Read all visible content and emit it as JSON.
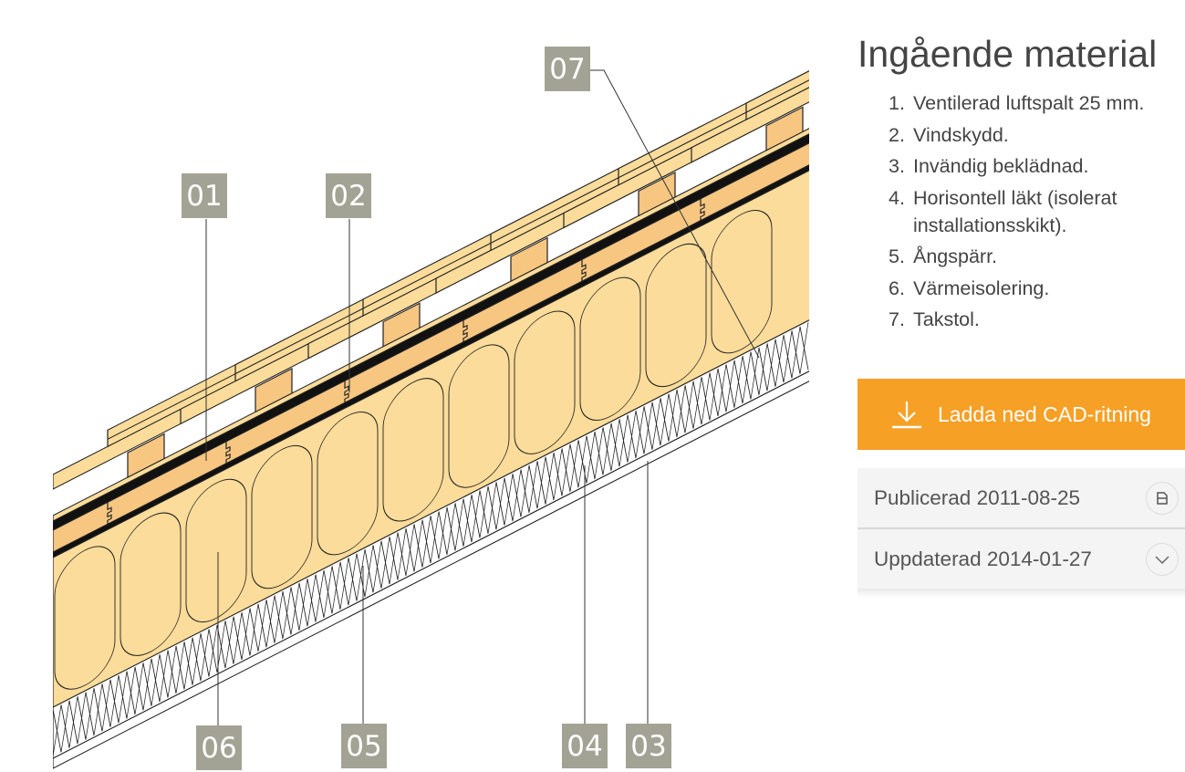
{
  "drawing": {
    "labels": {
      "l01": "01",
      "l02": "02",
      "l03": "03",
      "l04": "04",
      "l05": "05",
      "l06": "06",
      "l07": "07"
    },
    "colors": {
      "wood": "#fbdc9a",
      "batten": "#f7c680",
      "label": "#a3a395"
    }
  },
  "sidebar": {
    "title": "Ingående material",
    "materials": [
      {
        "n": "1.",
        "text": "Ventilerad luftspalt 25 mm."
      },
      {
        "n": "2.",
        "text": "Vindskydd."
      },
      {
        "n": "3.",
        "text": "Invändig beklädnad."
      },
      {
        "n": "4.",
        "text": "Horisontell läkt (isolerat installationsskikt)."
      },
      {
        "n": "5.",
        "text": "Ångspärr."
      },
      {
        "n": "6.",
        "text": "Värmeisolering."
      },
      {
        "n": "7.",
        "text": "Takstol."
      }
    ],
    "download_label": "Ladda ned CAD-ritning",
    "published": "Publicerad 2011-08-25",
    "updated": "Uppdaterad 2014-01-27",
    "accent": "#f7a026"
  }
}
